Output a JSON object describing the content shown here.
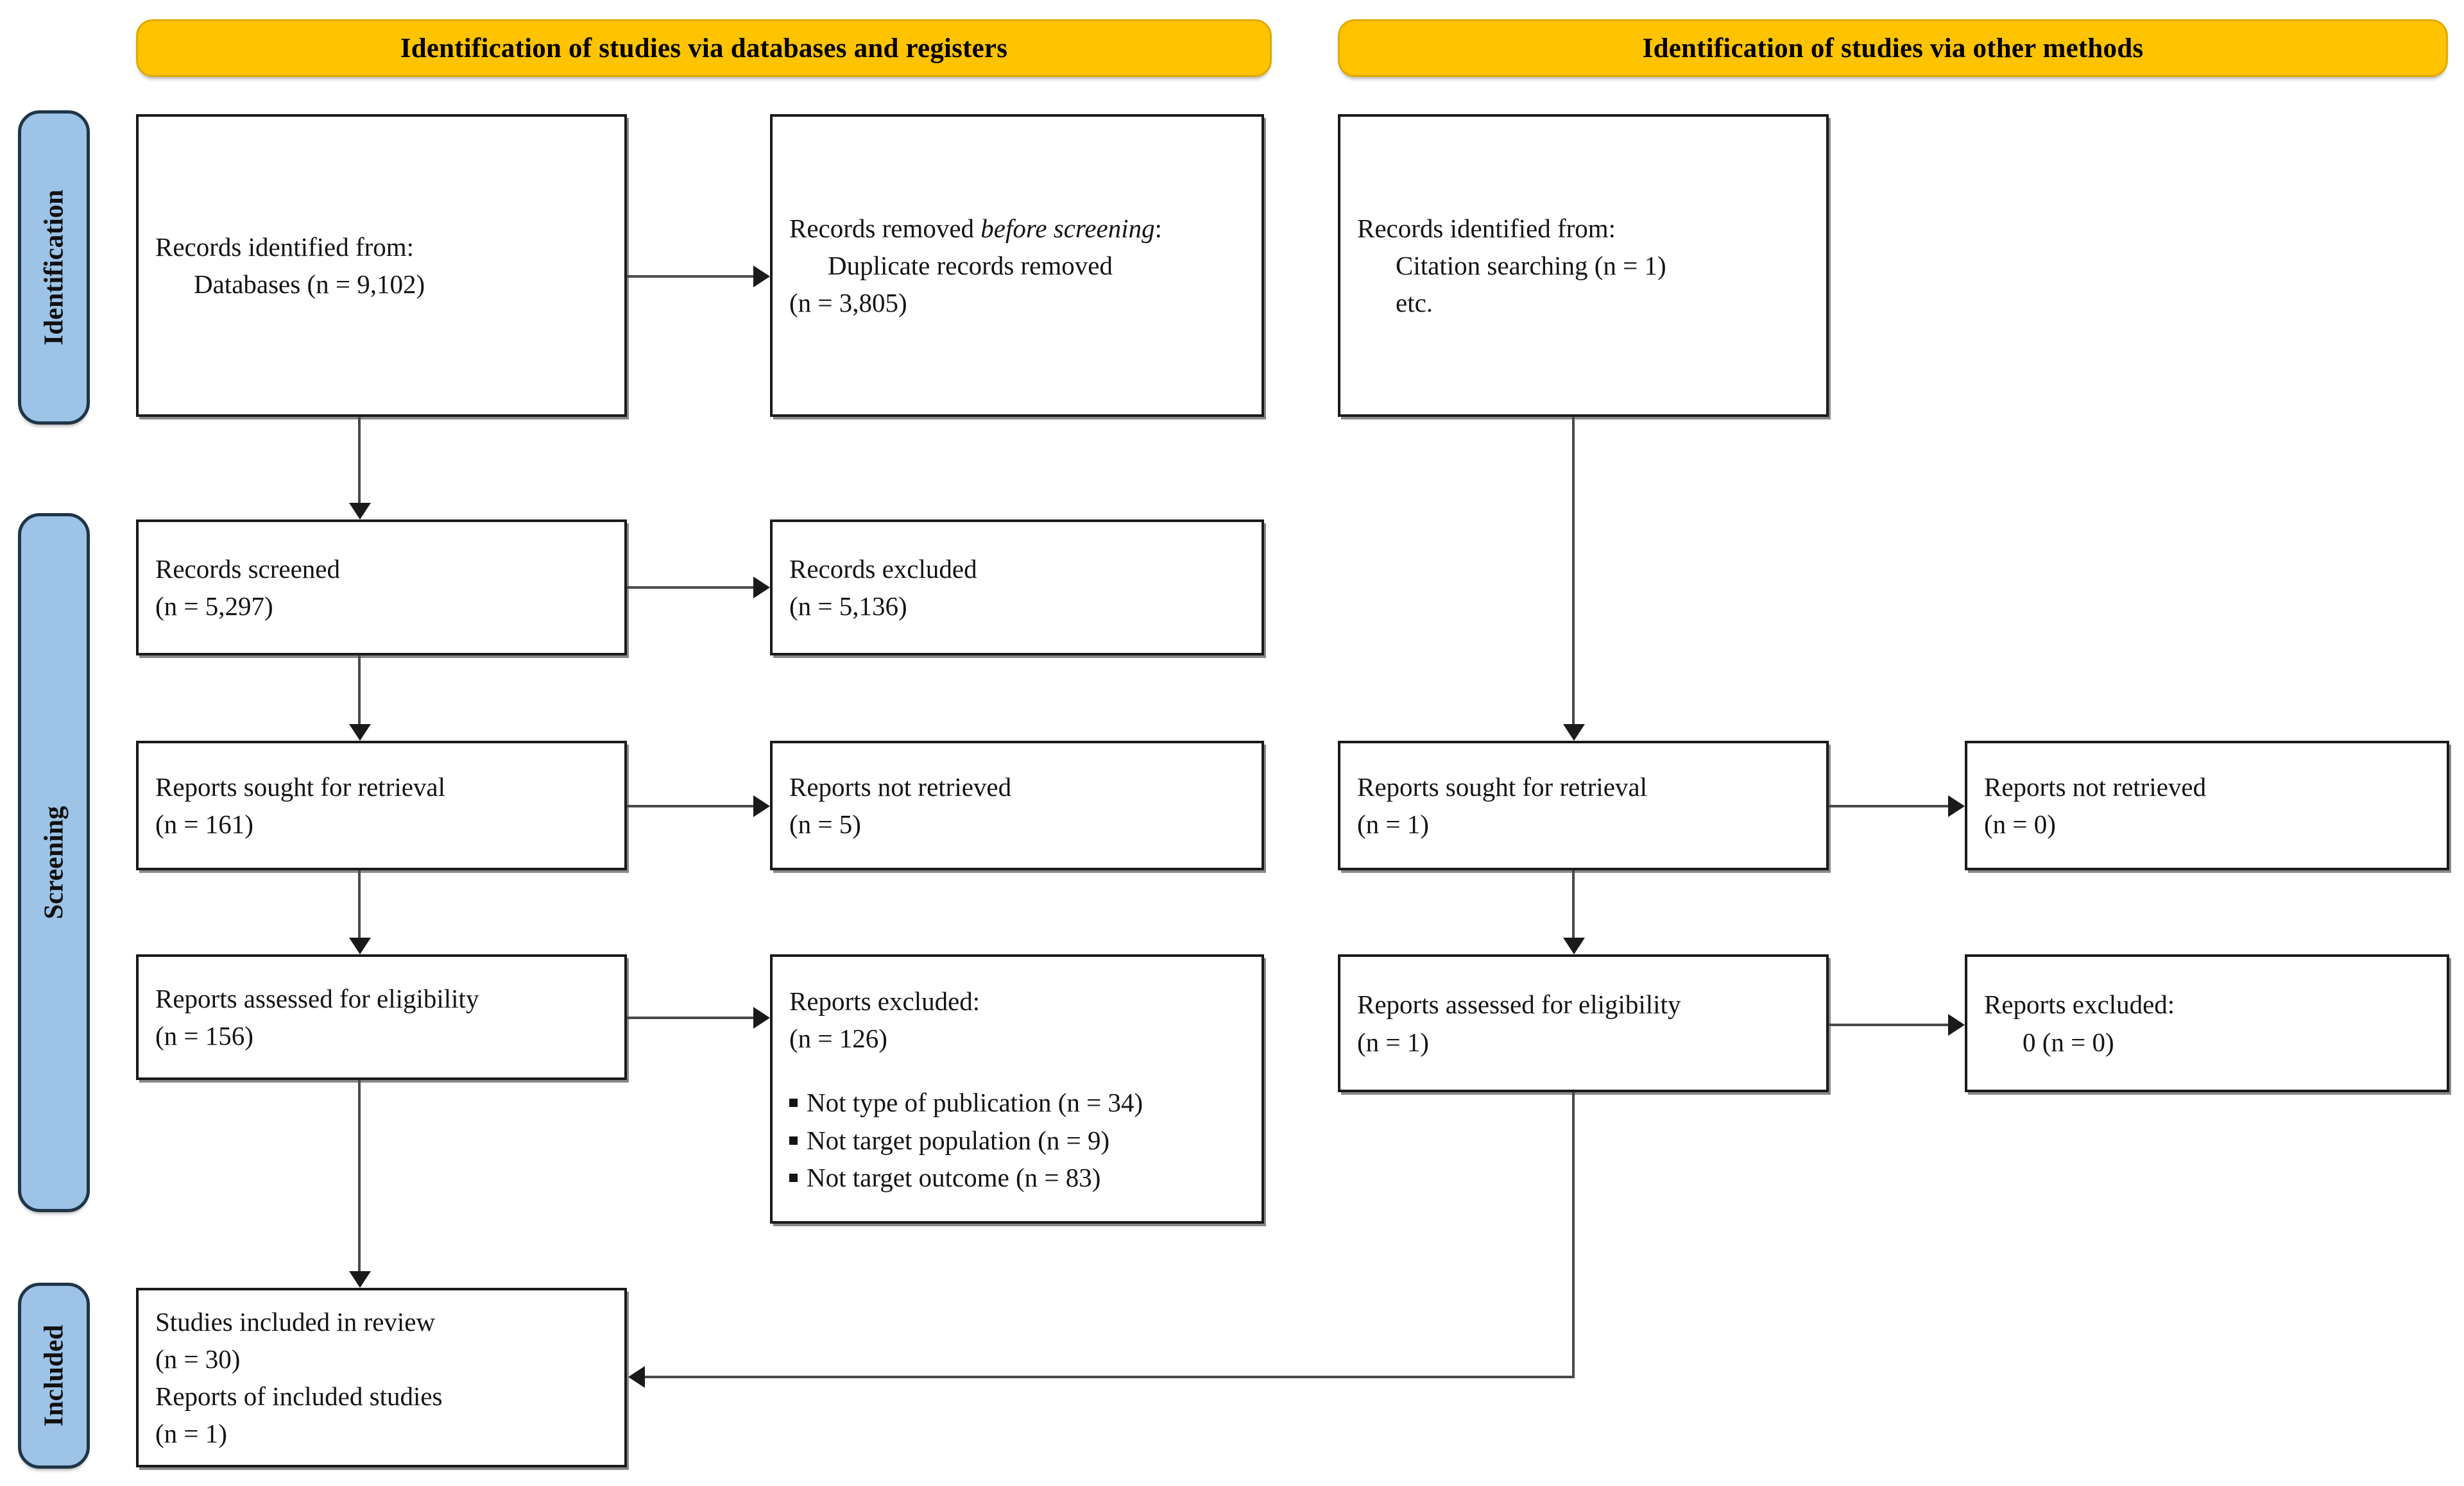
{
  "diagram": {
    "title": "PRISMA 2020 flow diagram",
    "colors": {
      "banner_fill": "#FFC300",
      "banner_border": "#E3A900",
      "phase_fill": "#9DC3E6",
      "phase_border": "#1F3548",
      "box_border": "#1A1A1A",
      "connector": "#4A4A4A",
      "page_background": "#FFFFFF"
    }
  },
  "banners": {
    "databases": "Identification of studies via databases and registers",
    "other": "Identification of studies via other methods"
  },
  "phases": {
    "identification": "Identification",
    "screening": "Screening",
    "included": "Included"
  },
  "left_column": {
    "identified": {
      "line1": "Records identified from:",
      "line2": "Databases (n = 9,102)"
    },
    "removed": {
      "line1_prefix": "Records removed ",
      "line1_italic": "before screening",
      "line1_suffix": ":",
      "line2": "Duplicate records removed",
      "line3": "(n = 3,805)"
    },
    "screened": {
      "line1": "Records screened",
      "line2": "(n = 5,297)"
    },
    "records_excluded": {
      "line1": "Records excluded",
      "line2": "(n = 5,136)"
    },
    "sought": {
      "line1": "Reports sought for retrieval",
      "line2": "(n = 161)"
    },
    "not_retrieved": {
      "line1": "Reports not retrieved",
      "line2": "(n = 5)"
    },
    "assessed": {
      "line1": "Reports assessed for eligibility",
      "line2": "(n = 156)"
    },
    "reports_excluded": {
      "line1": "Reports excluded:",
      "line2": "(n = 126)",
      "reasons": [
        "Not type of publication (n = 34)",
        "Not target population (n = 9)",
        "Not target outcome (n = 83)"
      ]
    }
  },
  "right_column": {
    "identified": {
      "line1": "Records identified from:",
      "line2": "Citation searching (n = 1)",
      "line3": "etc."
    },
    "sought": {
      "line1": "Reports sought for retrieval",
      "line2": "(n = 1)"
    },
    "not_retrieved": {
      "line1": "Reports not retrieved",
      "line2": "(n = 0)"
    },
    "assessed": {
      "line1": "Reports assessed for eligibility",
      "line2": "(n = 1)"
    },
    "reports_excluded": {
      "line1": "Reports excluded:",
      "line2": "0 (n = 0)"
    }
  },
  "included_box": {
    "line1": "Studies included in review",
    "line2": "(n = 30)",
    "line3": "Reports of included studies",
    "line4": "(n = 1)"
  },
  "chart_data": {
    "type": "table",
    "title": "PRISMA 2020 flow diagram",
    "nodes": [
      {
        "id": "db-identified",
        "stage": "Identification",
        "arm": "databases",
        "label": "Records identified from: Databases",
        "n": 9102
      },
      {
        "id": "db-removed",
        "stage": "Identification",
        "arm": "databases",
        "label": "Records removed before screening: Duplicate records removed",
        "n": 3805
      },
      {
        "id": "db-screened",
        "stage": "Screening",
        "arm": "databases",
        "label": "Records screened",
        "n": 5297
      },
      {
        "id": "db-records-excl",
        "stage": "Screening",
        "arm": "databases",
        "label": "Records excluded",
        "n": 5136
      },
      {
        "id": "db-sought",
        "stage": "Screening",
        "arm": "databases",
        "label": "Reports sought for retrieval",
        "n": 161
      },
      {
        "id": "db-not-retrieved",
        "stage": "Screening",
        "arm": "databases",
        "label": "Reports not retrieved",
        "n": 5
      },
      {
        "id": "db-assessed",
        "stage": "Screening",
        "arm": "databases",
        "label": "Reports assessed for eligibility",
        "n": 156
      },
      {
        "id": "db-reports-excl",
        "stage": "Screening",
        "arm": "databases",
        "label": "Reports excluded",
        "n": 126
      },
      {
        "id": "oth-identified",
        "stage": "Identification",
        "arm": "other",
        "label": "Records identified from: Citation searching",
        "n": 1
      },
      {
        "id": "oth-sought",
        "stage": "Screening",
        "arm": "other",
        "label": "Reports sought for retrieval",
        "n": 1
      },
      {
        "id": "oth-not-retrieved",
        "stage": "Screening",
        "arm": "other",
        "label": "Reports not retrieved",
        "n": 0
      },
      {
        "id": "oth-assessed",
        "stage": "Screening",
        "arm": "other",
        "label": "Reports assessed for eligibility",
        "n": 1
      },
      {
        "id": "oth-reports-excl",
        "stage": "Screening",
        "arm": "other",
        "label": "Reports excluded",
        "n": 0
      },
      {
        "id": "studies-included",
        "stage": "Included",
        "arm": "both",
        "label": "Studies included in review",
        "n": 30
      },
      {
        "id": "reports-included",
        "stage": "Included",
        "arm": "both",
        "label": "Reports of included studies",
        "n": 1
      }
    ],
    "exclusion_reasons": [
      {
        "reason": "Not type of publication",
        "n": 34
      },
      {
        "reason": "Not target population",
        "n": 9
      },
      {
        "reason": "Not target outcome",
        "n": 83
      }
    ]
  }
}
